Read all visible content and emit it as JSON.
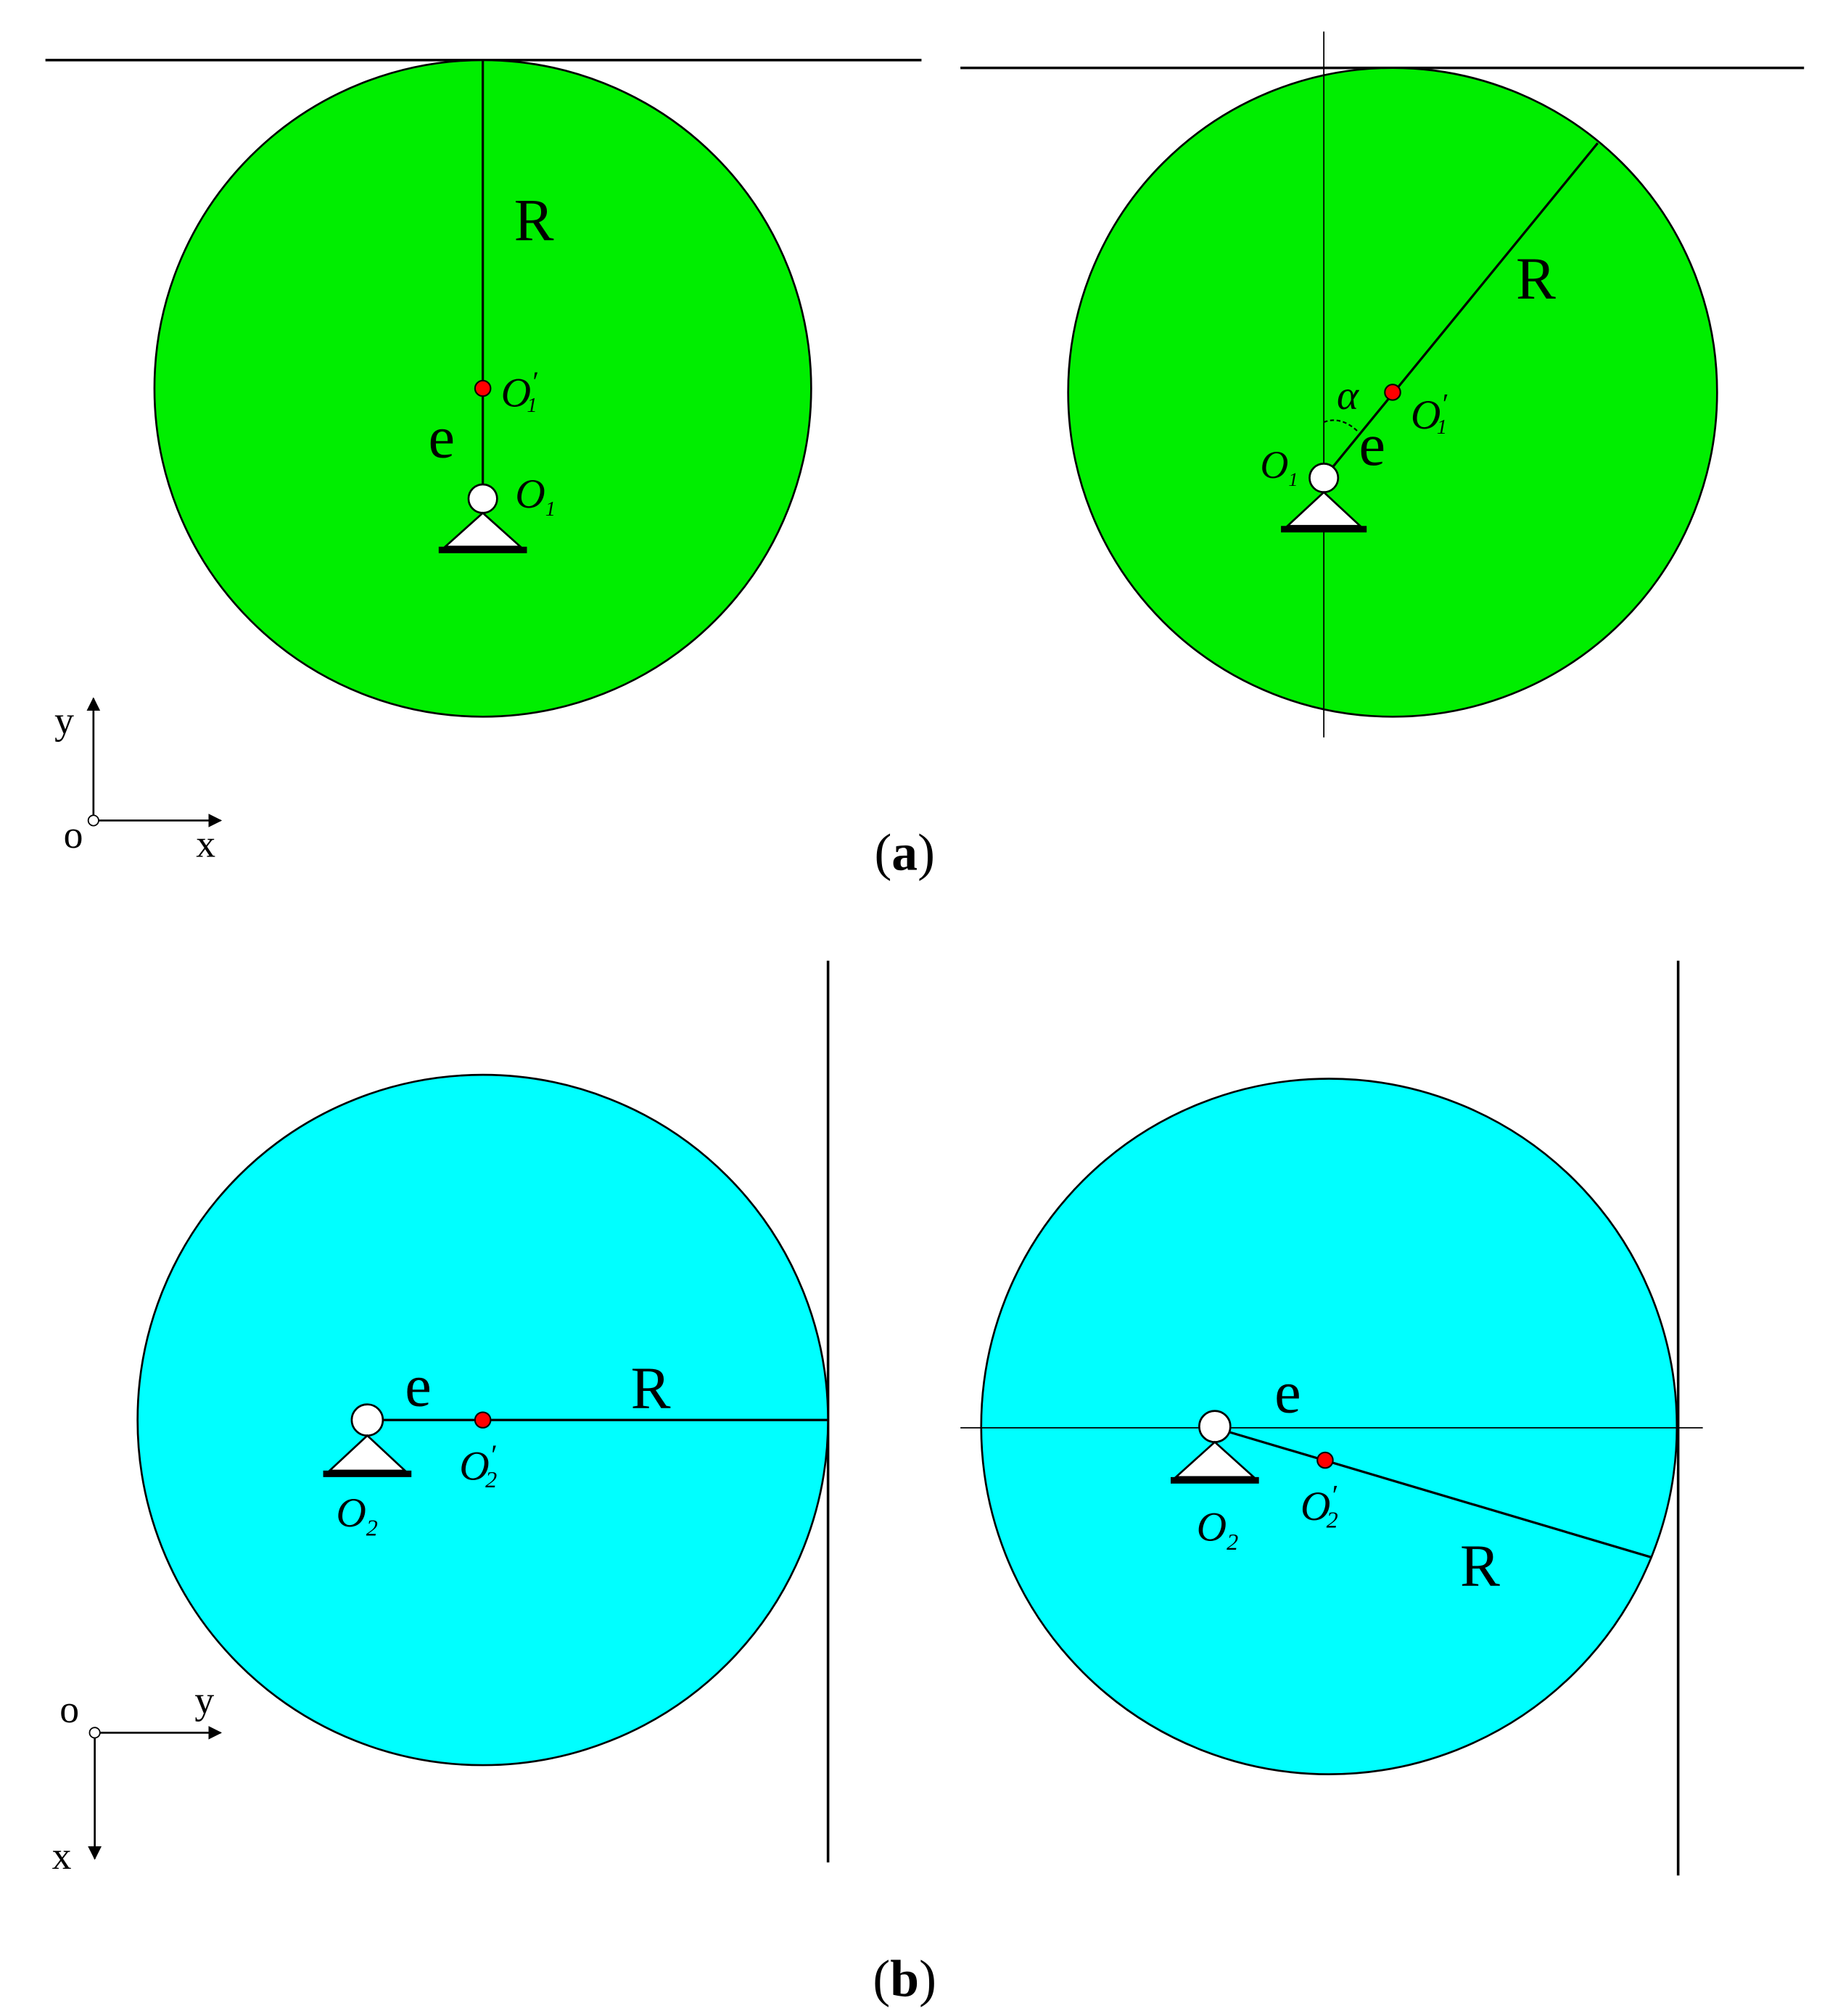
{
  "colors": {
    "disk_a": "#00ee00",
    "disk_b": "#00ffff",
    "eccentric_point": "#ff0000",
    "line": "#000000"
  },
  "labels": {
    "radius": "R",
    "eccentricity": "e",
    "angle": "α",
    "o1": "O",
    "o1_sub": "1",
    "o1p": "O",
    "o1p_prime": "′",
    "o1p_sub": "1",
    "o2": "O",
    "o2_sub": "2",
    "o2p": "O",
    "o2p_prime": "′",
    "o2p_sub": "2",
    "axis_x": "x",
    "axis_y": "y",
    "axis_origin": "o"
  },
  "captions": {
    "a_open": "(",
    "a_letter": "a",
    "a_close": ")",
    "b_open": "(",
    "b_letter": "b",
    "b_close": ")"
  }
}
